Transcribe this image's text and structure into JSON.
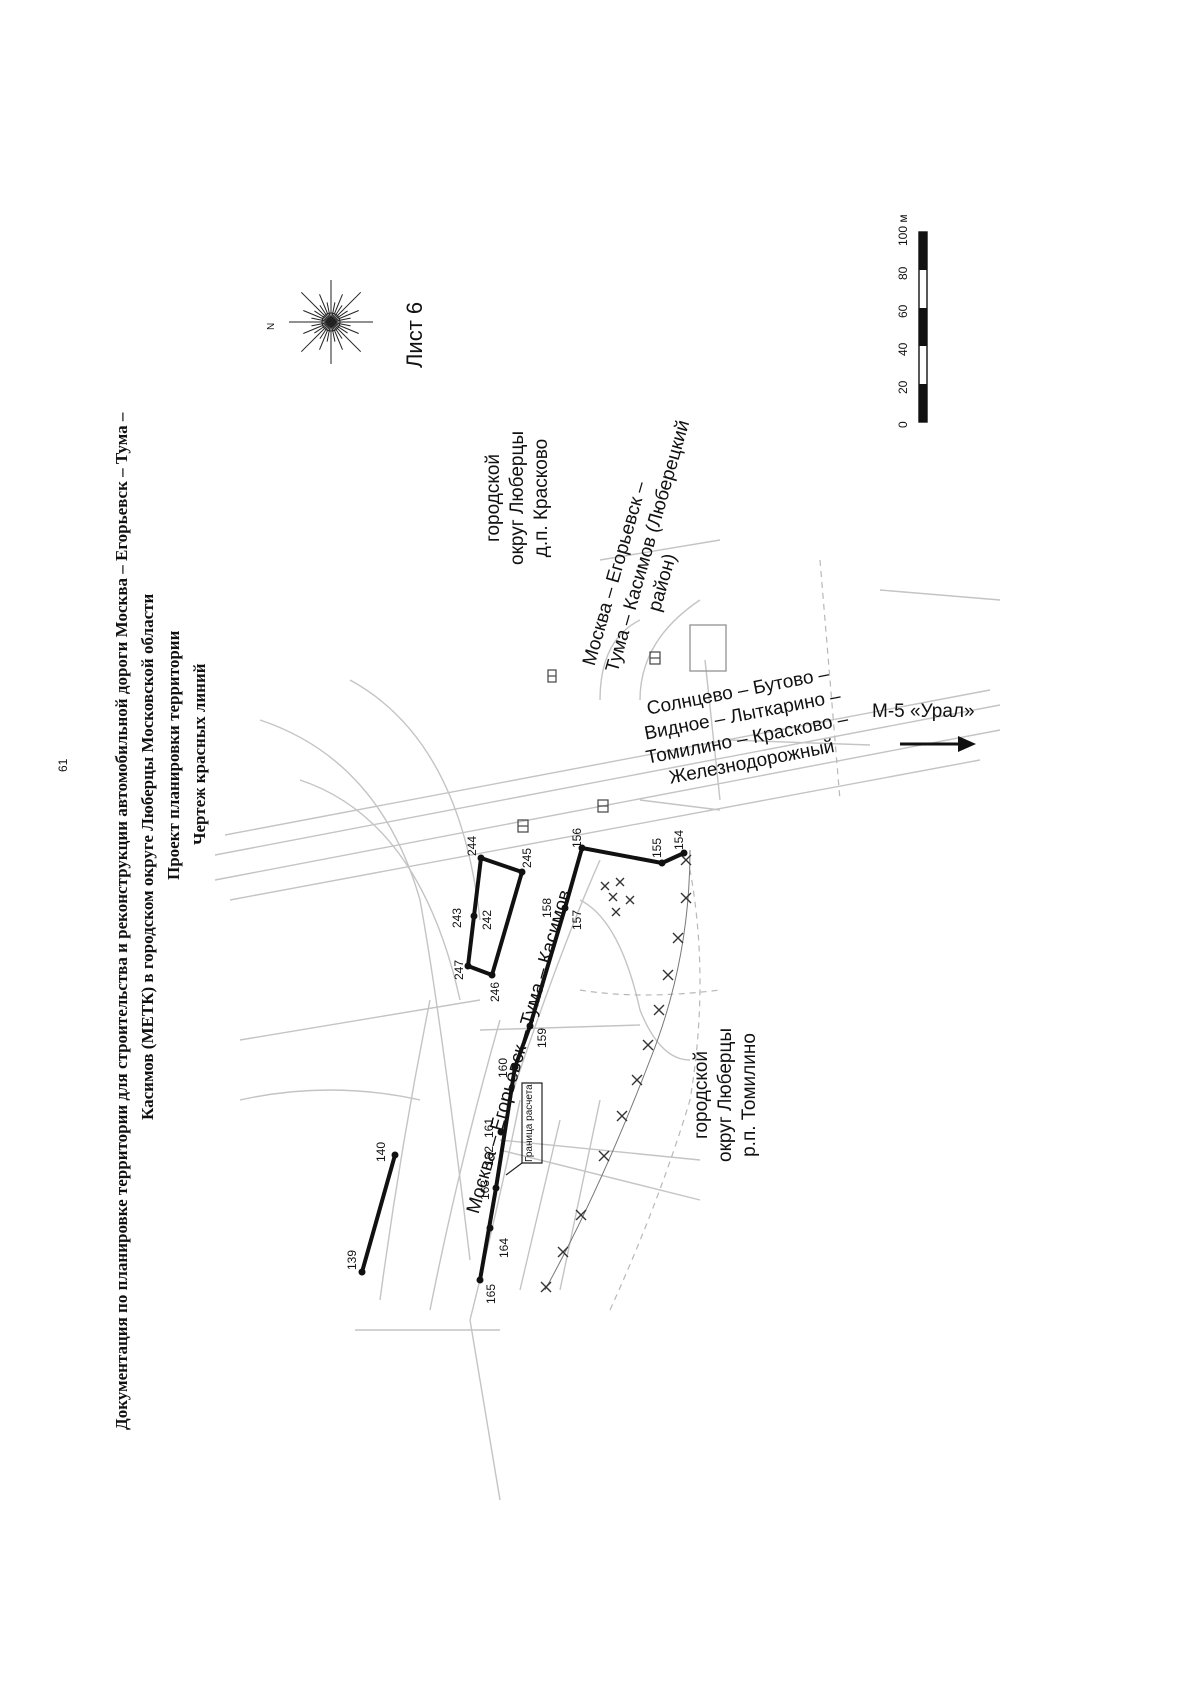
{
  "page": {
    "number": "61"
  },
  "title": {
    "line1": "Документация по планировке территории для строительства и реконструкции автомобильной дороги Москва – Егорьевск – Тума –",
    "line2": "Касимов (МЕТК) в городском округе Люберцы Московской области",
    "line3": "Проект планировки территории",
    "line4": "Чертеж красных линий"
  },
  "sheet_label": "Лист 6",
  "compass": {
    "north": "N"
  },
  "scale_bar": {
    "ticks": [
      "0",
      "20",
      "40",
      "60",
      "80",
      "100 м"
    ]
  },
  "labels": {
    "kraskovo": [
      "городской",
      "округ Люберцы",
      "д.п. Красково"
    ],
    "tomilino": [
      "городской",
      "округ Люберцы",
      "р.п. Томилино"
    ],
    "metk_main": "Москва – Егорьевск – Тума – Касимов",
    "metk_district": [
      "Москва – Егорьевск –",
      "Тума – Касимов (Люберецкий",
      "район)"
    ],
    "solntsevo": [
      "Солнцево – Бутово –",
      "Видное – Лыткарино –",
      "Томилино – Красково –",
      "Железнодорожный"
    ],
    "m5": "М-5 «Урал»",
    "calc_boundary": "Граница расчета"
  },
  "red_line_points": [
    "139",
    "140",
    "154",
    "155",
    "156",
    "157",
    "158",
    "159",
    "160",
    "161",
    "162",
    "163",
    "164",
    "165",
    "242",
    "243",
    "244",
    "245",
    "246",
    "247"
  ],
  "colors": {
    "red_line": "#111111",
    "base_map": "#c4c4c4",
    "rail": "#555555"
  }
}
